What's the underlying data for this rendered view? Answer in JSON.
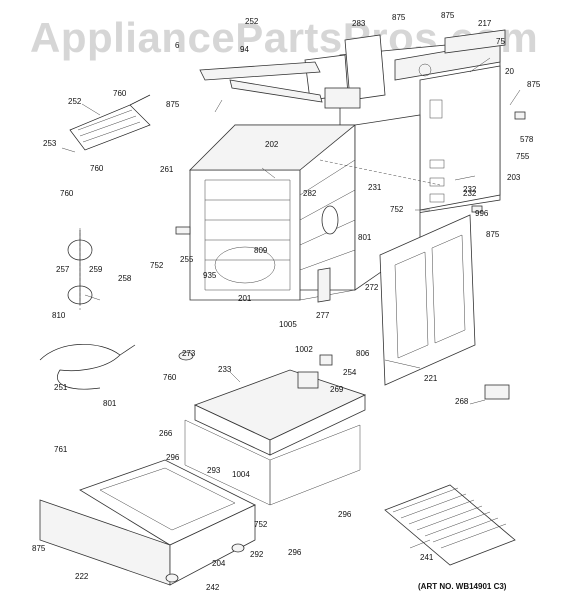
{
  "watermark": "AppliancePartsPros.com",
  "art_number": "(ART NO. WB14901 C3)",
  "labels": [
    "252",
    "94",
    "283",
    "875",
    "875",
    "217",
    "75",
    "6",
    "20",
    "875",
    "760",
    "252",
    "875",
    "578",
    "755",
    "261",
    "202",
    "203",
    "253",
    "760",
    "760",
    "231",
    "232",
    "232",
    "282",
    "996",
    "752",
    "875",
    "801",
    "935",
    "809",
    "255",
    "752",
    "257",
    "259",
    "258",
    "272",
    "201",
    "1005",
    "277",
    "810",
    "1002",
    "806",
    "254",
    "221",
    "273",
    "760",
    "233",
    "269",
    "268",
    "251",
    "801",
    "266",
    "761",
    "296",
    "293",
    "1004",
    "296",
    "296",
    "752",
    "875",
    "292",
    "222",
    "204",
    "241",
    "242"
  ]
}
